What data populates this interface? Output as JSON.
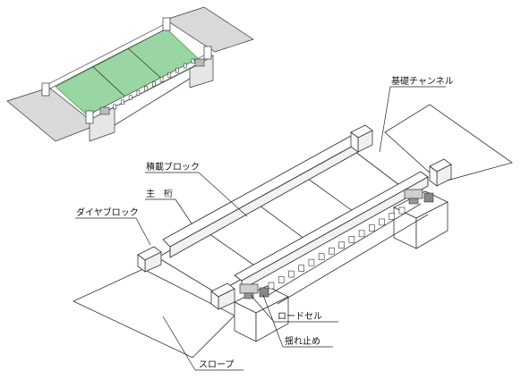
{
  "labels": {
    "base_channel": "基礎チャンネル",
    "loading_block": "積載ブロック",
    "main_girder": "主　桁",
    "tire_block": "ダイヤブロック",
    "load_cell": "ロードセル",
    "sway_stopper": "揺れ止め",
    "slope": "スロープ"
  },
  "colors": {
    "platform_highlight": "#9ad6a4",
    "platform_highlight_edge": "#4a9a5a",
    "slope_fill": "#d9d9d9",
    "line": "#333333"
  }
}
